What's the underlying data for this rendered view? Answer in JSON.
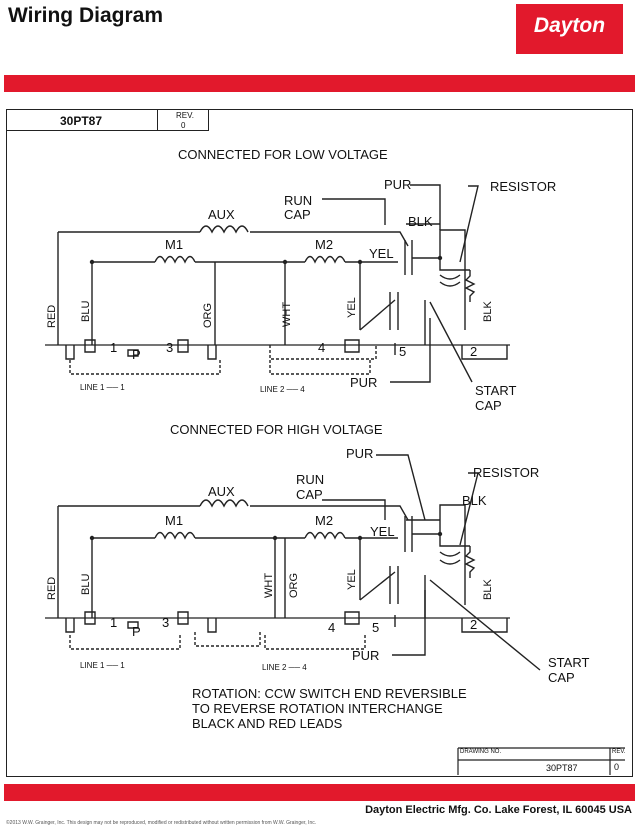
{
  "header": {
    "title": "Wiring Diagram",
    "logo": "Dayton"
  },
  "box": {
    "model": "30PT87",
    "rev_label": "REV.",
    "rev_value": "0"
  },
  "low": {
    "heading": "CONNECTED FOR LOW VOLTAGE",
    "aux": "AUX",
    "m1": "M1",
    "m2": "M2",
    "run_cap": [
      "RUN",
      "CAP"
    ],
    "pur_top": "PUR",
    "resistor": "RESISTOR",
    "blk_top": "BLK",
    "yel_h": "YEL",
    "red": "RED",
    "blu": "BLU",
    "orgv": "ORG",
    "wht": "WHT",
    "yelv": "YEL",
    "blkv": "BLK",
    "t1": "1",
    "tp": "P",
    "t3": "3",
    "t4": "4",
    "t5": "5",
    "t2": "2",
    "line1": "LINE 1 ── 1",
    "line2": "LINE 2 ── 4",
    "pur_bottom": "PUR",
    "start_cap": [
      "START",
      "CAP"
    ]
  },
  "high": {
    "heading": "CONNECTED FOR HIGH VOLTAGE",
    "aux": "AUX",
    "m1": "M1",
    "m2": "M2",
    "run_cap": [
      "RUN",
      "CAP"
    ],
    "pur_top": "PUR",
    "resistor": "RESISTOR",
    "blk_top": "BLK",
    "yel_h": "YEL",
    "red": "RED",
    "blu": "BLU",
    "wht": "WHT",
    "orgv": "ORG",
    "yelv": "YEL",
    "blkv": "BLK",
    "t1": "1",
    "tp": "P",
    "t3": "3",
    "t4": "4",
    "t5": "5",
    "t2": "2",
    "line1": "LINE 1 ── 1",
    "line2": "LINE 2 ── 4",
    "pur_bottom": "PUR",
    "start_cap": [
      "START",
      "CAP"
    ]
  },
  "rotation": [
    "ROTATION:  CCW SWITCH END REVERSIBLE",
    "TO REVERSE ROTATION INTERCHANGE",
    "BLACK AND RED LEADS"
  ],
  "drawing_block": {
    "label": "DRAWING NO.",
    "value": "30PT87",
    "rev_label": "REV.",
    "rev_value": "0"
  },
  "footer": {
    "company": "Dayton Electric Mfg. Co.  Lake Forest, IL  60045  USA",
    "fine_print": "©2013 W.W. Grainger, Inc.  This design may not be reproduced, modified or redistributed without written permission from W.W. Grainger, Inc."
  },
  "colors": {
    "brand_red": "#e2192c",
    "line": "#222222"
  }
}
